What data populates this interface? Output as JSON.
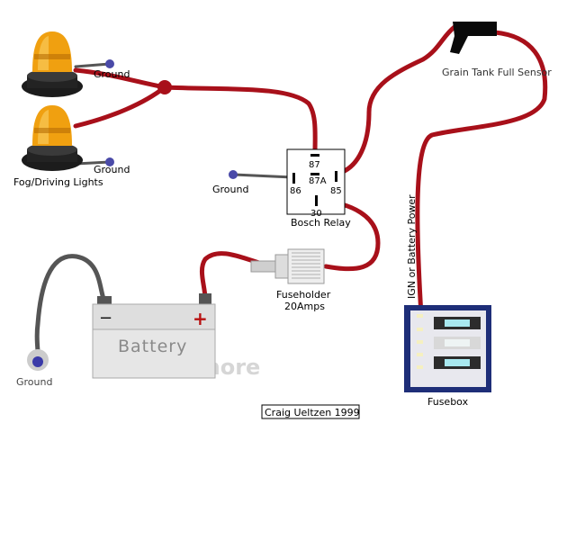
{
  "labels": {
    "ground_light1": "Ground",
    "ground_light2": "Ground",
    "ground_relay": "Ground",
    "ground_battery": "Ground",
    "lights": "Fog/Driving Lights",
    "sensor": "Grain Tank Full Sensor",
    "relay": "Bosch Relay",
    "pin_87": "87",
    "pin_87a": "87A",
    "pin_86": "86",
    "pin_85": "85",
    "pin_30": "30",
    "fuseholder": "Fuseholder",
    "fuse_amps": "20Amps",
    "battery": "Battery",
    "battery_neg": "−",
    "battery_pos": "+",
    "power": "IGN or Battery Power",
    "fusebox": "Fusebox",
    "credit": "Craig Ueltzen 1999",
    "watermark": "Protect more"
  },
  "colors": {
    "wire": "#a8101a",
    "ground_wire": "#555555",
    "ground_terminal": "#4a4aa8",
    "lamp_amber": "#f0a010",
    "fusebox_border": "#1e2e78",
    "battery_body": "#e6e6e6"
  }
}
